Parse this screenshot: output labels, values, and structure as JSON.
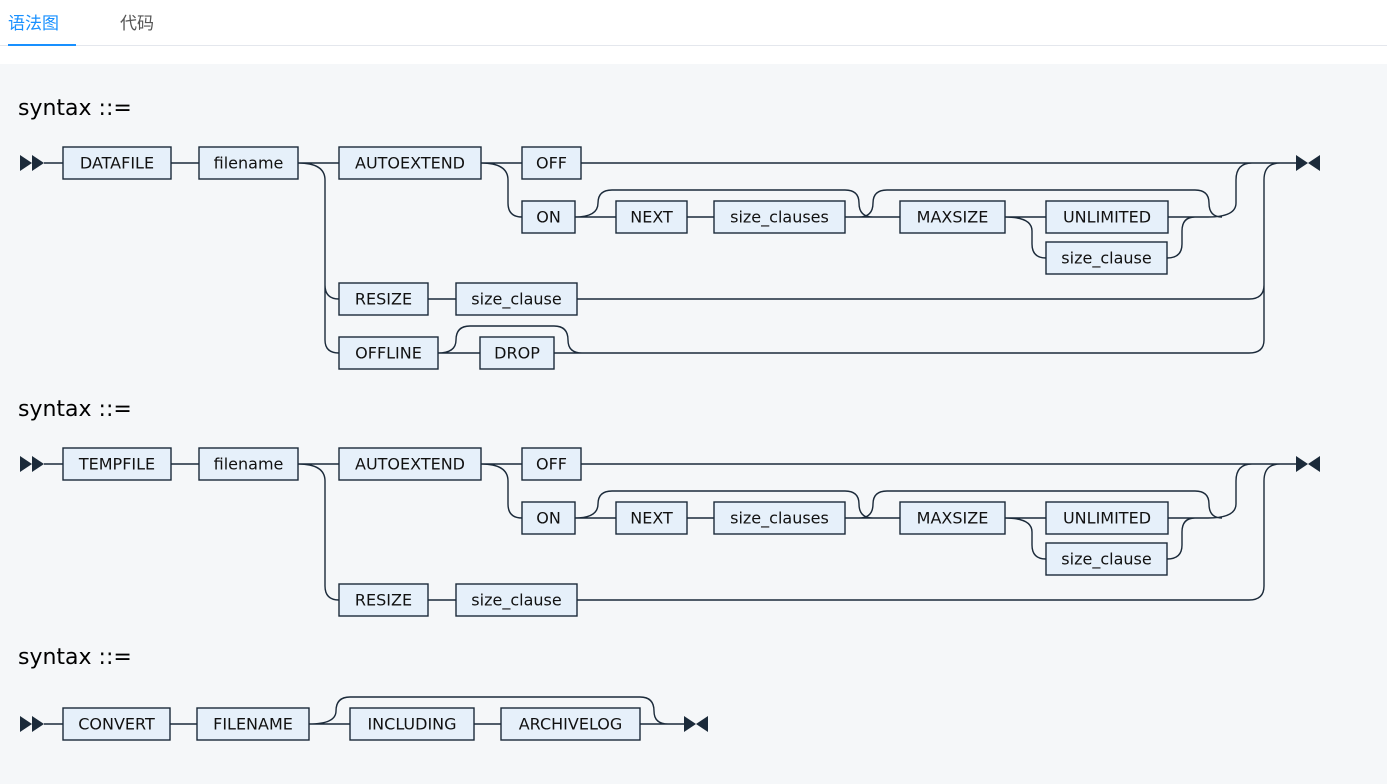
{
  "tabs": {
    "diagram_label": "语法图",
    "code_label": "代码"
  },
  "diagrams": [
    {
      "heading": "syntax ::=",
      "terms": [
        "DATAFILE",
        "filename",
        "AUTOEXTEND",
        "OFF",
        "ON",
        "NEXT",
        "size_clauses",
        "MAXSIZE",
        "UNLIMITED",
        "size_clause",
        "RESIZE",
        "size_clause",
        "OFFLINE",
        "DROP"
      ]
    },
    {
      "heading": "syntax ::=",
      "terms": [
        "TEMPFILE",
        "filename",
        "AUTOEXTEND",
        "OFF",
        "ON",
        "NEXT",
        "size_clauses",
        "MAXSIZE",
        "UNLIMITED",
        "size_clause",
        "RESIZE",
        "size_clause"
      ]
    },
    {
      "heading": "syntax ::=",
      "terms": [
        "CONVERT",
        "FILENAME",
        "INCLUDING",
        "ARCHIVELOG"
      ]
    }
  ],
  "colors": {
    "accent": "#1890ff",
    "box_fill": "#e6f0fa",
    "line": "#1b2a3a",
    "panel": "#f5f7f9"
  }
}
